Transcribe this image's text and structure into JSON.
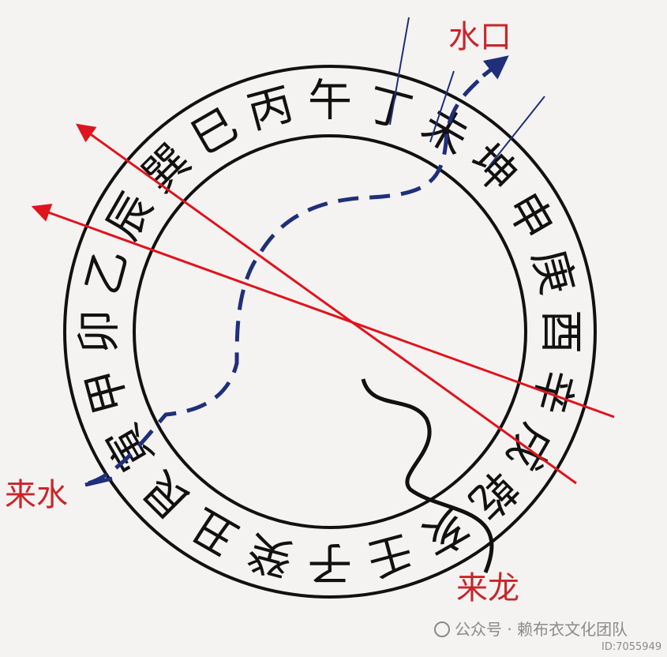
{
  "ring": {
    "stems": [
      "子",
      "癸",
      "丑",
      "艮",
      "寅",
      "甲",
      "卯",
      "乙",
      "辰",
      "巽",
      "巳",
      "丙",
      "午",
      "丁",
      "未",
      "坤",
      "申",
      "庚",
      "酉",
      "辛",
      "戌",
      "乾",
      "亥",
      "壬"
    ]
  },
  "labels": {
    "water_outlet": "水口",
    "incoming_water": "来水",
    "incoming_dragon": "来龙"
  },
  "watermark": {
    "text": "公众号 · 赖布衣文化团队",
    "id": "ID:7055949"
  },
  "colors": {
    "ring": "#111111",
    "sight_lines": "#e0141e",
    "water_path": "#1f2f7a",
    "dragon_path": "#111111",
    "label_red": "#c8262b"
  }
}
